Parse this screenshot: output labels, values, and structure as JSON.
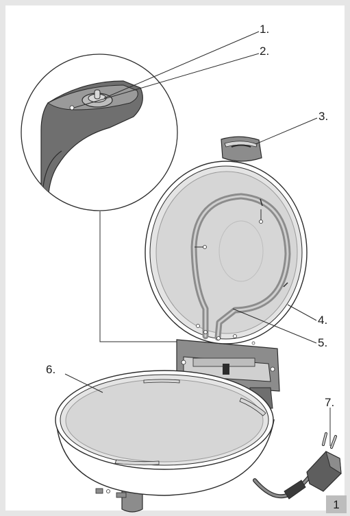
{
  "labels": {
    "l1": "1.",
    "l2": "2.",
    "l3": "3.",
    "l4": "4.",
    "l5": "5.",
    "l6": "6.",
    "l7": "7."
  },
  "page_number": "1",
  "colors": {
    "background": "#e6e6e6",
    "panel": "#ffffff",
    "outline": "#2b2b2b",
    "dark_grey": "#6f6f6f",
    "mid_grey": "#9a9a9a",
    "plate": "#d6d6d6",
    "heating_element": "#8c8c8c"
  }
}
